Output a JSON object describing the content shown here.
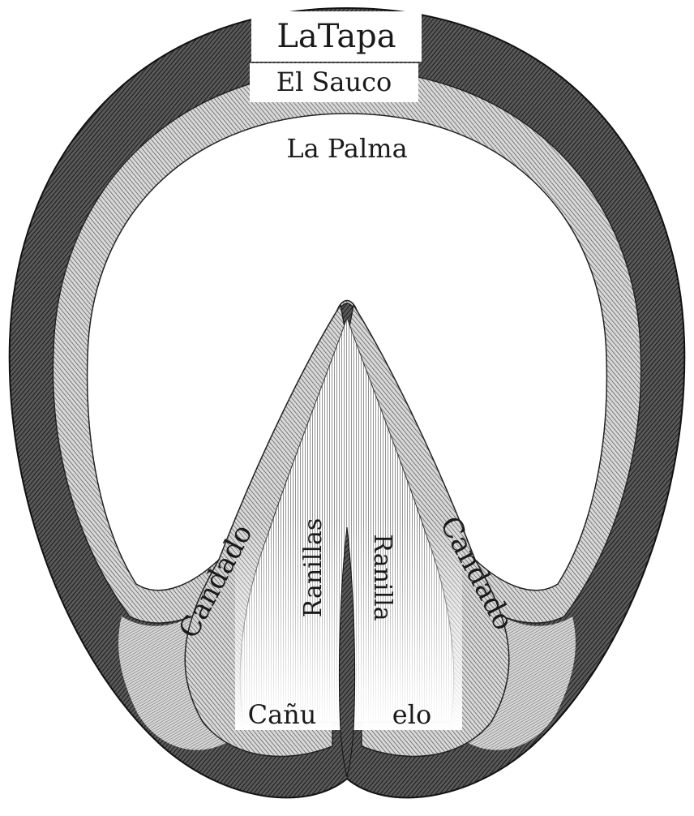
{
  "labels": {
    "tapa": "LaTapa",
    "sauco": "El Sauco",
    "palma": "La Palma",
    "candado_left": "Candado",
    "candado_right": "Candado",
    "ranilla_left": "Ranillas",
    "ranilla_right": "Ranilla",
    "canuelo_left": "Cañu",
    "canuelo_right": "elo"
  },
  "colors": {
    "ink": "#1a1a1a",
    "paper": "#ffffff",
    "hatch_dark": "#4a4a4a",
    "hatch_mid": "#8a8a8a",
    "hatch_light": "#c4c4c4"
  }
}
